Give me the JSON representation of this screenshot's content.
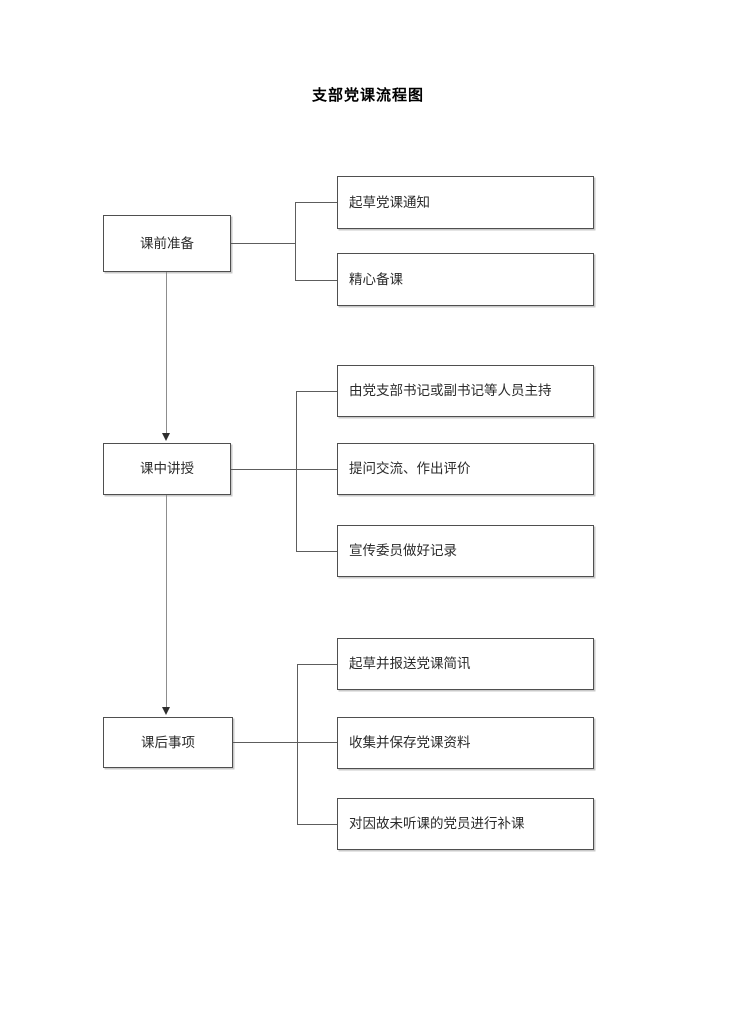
{
  "document": {
    "title": "支部党课流程图",
    "background_color": "#ffffff",
    "box_border_color": "#4f4f4f",
    "connector_color": "#5d5d5d",
    "flow_arrow_color": "#8d8d8d",
    "text_color": "#2b2b2b"
  },
  "flowchart": {
    "type": "diagram",
    "orientation": "top-to-bottom",
    "stages": [
      {
        "id": "stage-1",
        "label": "课前准备",
        "tasks": [
          {
            "id": "task-1-1",
            "label": "起草党课通知"
          },
          {
            "id": "task-1-2",
            "label": "精心备课"
          }
        ]
      },
      {
        "id": "stage-2",
        "label": "课中讲授",
        "tasks": [
          {
            "id": "task-2-1",
            "label": "由党支部书记或副书记等人员主持"
          },
          {
            "id": "task-2-2",
            "label": "提问交流、作出评价"
          },
          {
            "id": "task-2-3",
            "label": "宣传委员做好记录"
          }
        ]
      },
      {
        "id": "stage-3",
        "label": "课后事项",
        "tasks": [
          {
            "id": "task-3-1",
            "label": "起草并报送党课简讯"
          },
          {
            "id": "task-3-2",
            "label": "收集并保存党课资料"
          },
          {
            "id": "task-3-3",
            "label": "对因故未听课的党员进行补课"
          }
        ]
      }
    ],
    "transitions": [
      {
        "from": "课前准备",
        "to": "课中讲授",
        "style": "arrow-down"
      },
      {
        "from": "课中讲授",
        "to": "课后事项",
        "style": "arrow-down"
      }
    ]
  }
}
